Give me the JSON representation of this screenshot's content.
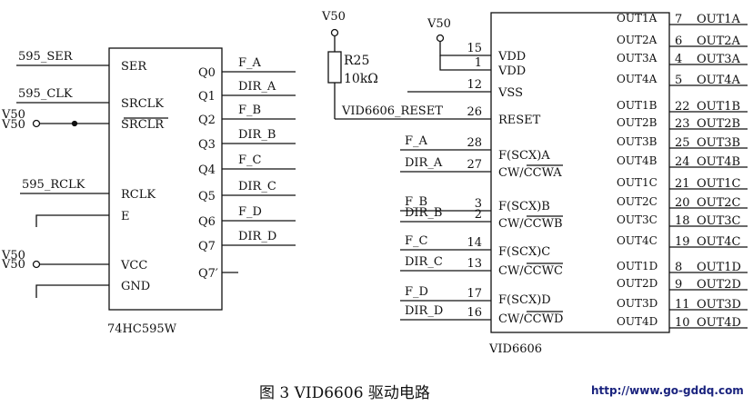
{
  "figure": {
    "caption": "图 3   VID6606 驱动电路",
    "watermark": "http://www.go-gddq.com"
  },
  "chip_595": {
    "name": "74HC595W",
    "left_pins": [
      "SER",
      "SRCLK",
      "SRCLR",
      "RCLK",
      "E",
      "VCC",
      "GND"
    ],
    "right_pins": [
      "Q0",
      "Q1",
      "Q2",
      "Q3",
      "Q4",
      "Q5",
      "Q6",
      "Q7",
      "Q7′"
    ],
    "left_nets": [
      "595_SER",
      "595_CLK",
      "V50",
      "595_RCLK",
      "",
      "V50",
      ""
    ],
    "right_nets": [
      "F_A",
      "DIR_A",
      "F_B",
      "DIR_B",
      "F_C",
      "DIR_C",
      "F_D",
      "DIR_D"
    ]
  },
  "resistor": {
    "ref": "R25",
    "value": "10kΩ",
    "supply": "V50",
    "net": "VID6606_RESET"
  },
  "chip_vid": {
    "name": "VID6606",
    "supply": "V50",
    "left_pins": [
      {
        "num": "15",
        "label": "VDD",
        "net": ""
      },
      {
        "num": "1",
        "label": "VDD",
        "net": ""
      },
      {
        "num": "12",
        "label": "VSS",
        "net": ""
      },
      {
        "num": "26",
        "label": "RESET",
        "net": "VID6606_RESET"
      },
      {
        "num": "28",
        "label": "F(SCX)A",
        "net": "F_A"
      },
      {
        "num": "27",
        "label": "CW/CCWA",
        "net": "DIR_A"
      },
      {
        "num": "3",
        "label": "F(SCX)B",
        "net": "F_B"
      },
      {
        "num": "2",
        "label": "CW/CCWB",
        "net": "DIR_B"
      },
      {
        "num": "14",
        "label": "F(SCX)C",
        "net": "F_C"
      },
      {
        "num": "13",
        "label": "CW/CCWC",
        "net": "DIR_C"
      },
      {
        "num": "17",
        "label": "F(SCX)D",
        "net": "F_D"
      },
      {
        "num": "16",
        "label": "CW/CCWD",
        "net": "DIR_D"
      }
    ],
    "out_pins": [
      {
        "label": "OUT1A",
        "num": "7",
        "net": "OUT1A"
      },
      {
        "label": "OUT2A",
        "num": "6",
        "net": "OUT2A"
      },
      {
        "label": "OUT3A",
        "num": "4",
        "net": "OUT3A"
      },
      {
        "label": "OUT4A",
        "num": "5",
        "net": "OUT4A"
      },
      {
        "label": "OUT1B",
        "num": "22",
        "net": "OUT1B"
      },
      {
        "label": "OUT2B",
        "num": "23",
        "net": "OUT2B"
      },
      {
        "label": "OUT3B",
        "num": "25",
        "net": "OUT3B"
      },
      {
        "label": "OUT4B",
        "num": "24",
        "net": "OUT4B"
      },
      {
        "label": "OUT1C",
        "num": "21",
        "net": "OUT1C"
      },
      {
        "label": "OUT2C",
        "num": "20",
        "net": "OUT2C"
      },
      {
        "label": "OUT3C",
        "num": "18",
        "net": "OUT3C"
      },
      {
        "label": "OUT4C",
        "num": "19",
        "net": "OUT4C"
      },
      {
        "label": "OUT1D",
        "num": "8",
        "net": "OUT1D"
      },
      {
        "label": "OUT2D",
        "num": "9",
        "net": "OUT2D"
      },
      {
        "label": "OUT3D",
        "num": "11",
        "net": "OUT3D"
      },
      {
        "label": "OUT4D",
        "num": "10",
        "net": "OUT4D"
      }
    ]
  }
}
